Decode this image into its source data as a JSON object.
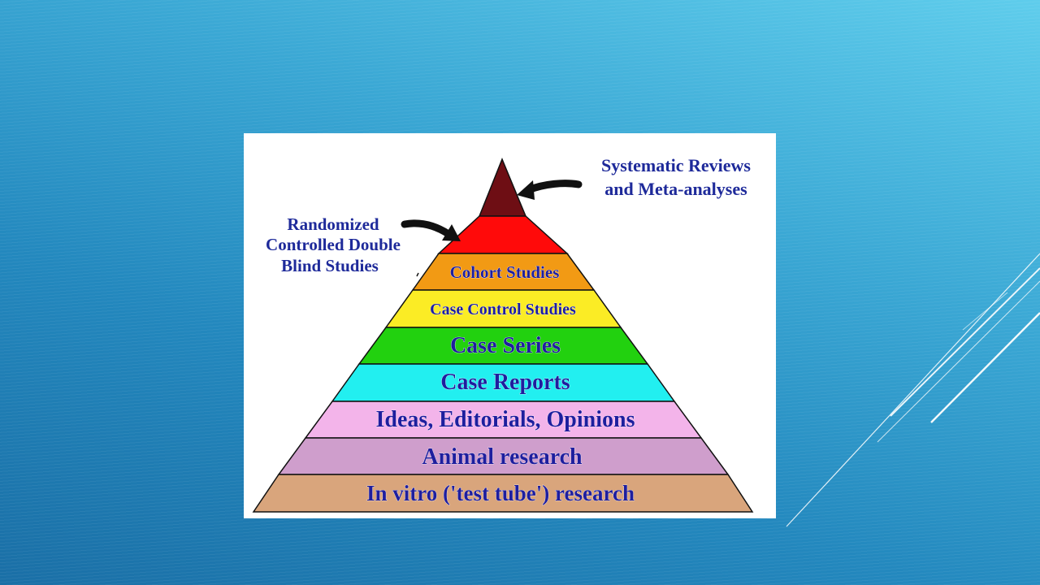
{
  "slide": {
    "pyramid": {
      "levels": [
        {
          "label": "",
          "color": "#6e0e14"
        },
        {
          "label": "",
          "color": "#ff0a0a"
        },
        {
          "label": "Cohort Studies",
          "color": "#f29a14"
        },
        {
          "label": "Case Control Studies",
          "color": "#fbec25"
        },
        {
          "label": "Case Series",
          "color": "#22d10f"
        },
        {
          "label": "Case Reports",
          "color": "#22eff0"
        },
        {
          "label": "Ideas, Editorials, Opinions",
          "color": "#f3b4ea"
        },
        {
          "label": "Animal research",
          "color": "#cf9ecc"
        },
        {
          "label": "In vitro ('test tube') research",
          "color": "#d9a57c"
        }
      ]
    },
    "callouts": {
      "top": {
        "line1": "Systematic Reviews",
        "line2": "and Meta-analyses"
      },
      "second": {
        "line1": "Randomized",
        "line2": "Controlled Double",
        "line3": "Blind Studies"
      }
    }
  }
}
